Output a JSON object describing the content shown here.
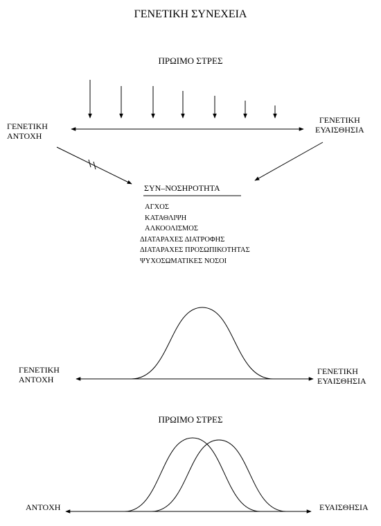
{
  "title": "ΓΕΝΕΤΙΚΗ ΣΥΝΕΧΕΙΑ",
  "top_section": {
    "stress_label": "ΠΡΩΙΜΟ ΣΤΡΕΣ",
    "left_line1": "ΓΕΝΕΤΙΚΗ",
    "left_line2": "ΑΝΤΟΧΗ",
    "right_line1": "ΓΕΝΕΤΙΚΗ",
    "right_line2": "ΕΥΑΙΣΘΗΣΙΑ"
  },
  "comorbidity": {
    "title": "ΣΥΝ–ΝΟΣΗΡΟΤΗΤΑ",
    "items": [
      "ΑΓΧΟΣ",
      "ΚΑΤΑΘΛΙΨΗ",
      "ΑΛΚΟΟΛΙΣΜΟΣ",
      "ΔΙΑΤΑΡΑΧΕΣ  ΔΙΑΤΡΟΦΗΣ",
      "ΔΙΑΤΑΡΑΧΕΣ  ΠΡΟΣΩΠΙΚΟΤΗΤΑΣ",
      "ΨΥΧΟΣΩΜΑΤΙΚΕΣ  ΝΟΣΟΙ"
    ]
  },
  "middle_section": {
    "left_line1": "ΓΕΝΕΤΙΚΗ",
    "left_line2": "ΑΝΤΟΧΗ",
    "right_line1": "ΓΕΝΕΤΙΚΗ",
    "right_line2": "ΕΥΑΙΣΘΗΣΙΑ"
  },
  "bottom_section": {
    "stress_label": "ΠΡΩΙΜΟ ΣΤΡΕΣ",
    "left_label": "ΑΝΤΟΧΗ",
    "right_label": "ΕΥΑΙΣΘΗΣΙΑ"
  },
  "colors": {
    "ink": "#000000",
    "background": "#ffffff"
  }
}
